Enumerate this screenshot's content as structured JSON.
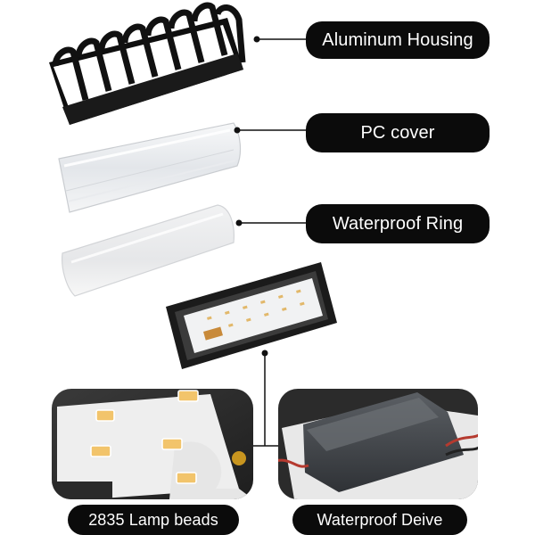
{
  "callouts": {
    "housing": "Aluminum Housing",
    "pc_cover": "PC cover",
    "ring": "Waterproof Ring",
    "beads": "2835 Lamp beads",
    "driver": "Waterproof Deive"
  },
  "colors": {
    "label_background": "#0b0b0b",
    "label_text": "#ffffff",
    "housing": "#141414",
    "leader_line": "#111111",
    "led_chip": "#f2c46b"
  }
}
